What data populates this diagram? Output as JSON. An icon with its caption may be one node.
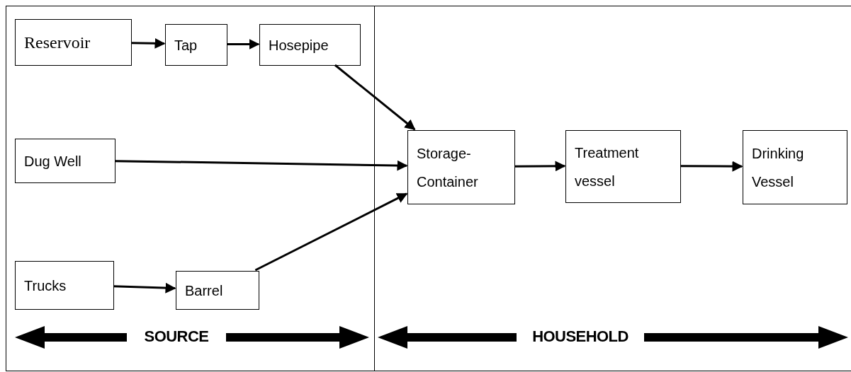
{
  "diagram": {
    "nodes": [
      {
        "text": [
          "SOURCE"
        ]
      },
      {
        "text": [
          "Reservoir"
        ],
        "in": 0
      },
      {
        "text": [
          "Tap"
        ],
        "in": 0
      },
      {
        "text": [
          "Hosepipe"
        ],
        "in": 0
      },
      {
        "text": [
          "Dug Well"
        ],
        "in": 0
      },
      {
        "text": [
          "Trucks"
        ],
        "in": 0
      },
      {
        "text": [
          "Barrel"
        ],
        "in": 0
      },
      {
        "text": [
          "HOUSEHOLD"
        ]
      },
      {
        "text": [
          "Storage- Container"
        ],
        "in": 7
      },
      {
        "text": [
          "Treatment vessel"
        ],
        "in": 7
      },
      {
        "text": [
          "Drinking Vessel"
        ],
        "in": 7
      }
    ],
    "edges": [
      {
        "from": 1,
        "to": 2,
        "arrow": "to"
      },
      {
        "from": 2,
        "to": 3,
        "arrow": "to"
      },
      {
        "from": 3,
        "to": 8,
        "arrow": "to"
      },
      {
        "from": 4,
        "to": 8,
        "arrow": "to"
      },
      {
        "from": 5,
        "to": 6,
        "arrow": "to"
      },
      {
        "from": 6,
        "to": 8,
        "arrow": "to"
      },
      {
        "from": 8,
        "to": 9,
        "arrow": "to"
      },
      {
        "from": 9,
        "to": 10,
        "arrow": "to"
      }
    ]
  }
}
